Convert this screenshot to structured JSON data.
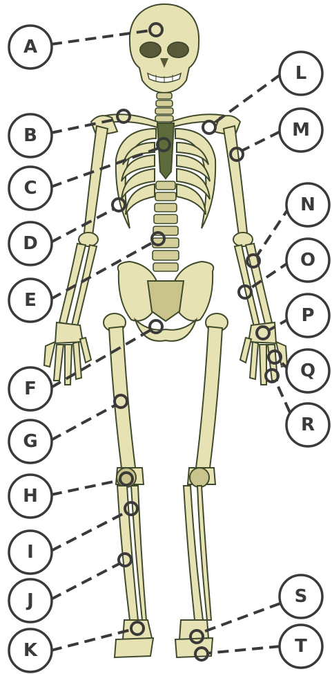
{
  "labels": {
    "A": "A",
    "B": "B",
    "C": "C",
    "D": "D",
    "E": "E",
    "F": "F",
    "G": "G",
    "H": "H",
    "I": "I",
    "J": "J",
    "K": "K",
    "L": "L",
    "M": "M",
    "N": "N",
    "O": "O",
    "P": "P",
    "Q": "Q",
    "R": "R",
    "S": "S",
    "T": "T"
  },
  "colors": {
    "bone": "#e6e2b4",
    "bone_outline": "#3f4a2c",
    "label_ring": "#3a3a3a",
    "background": "#ffffff"
  }
}
